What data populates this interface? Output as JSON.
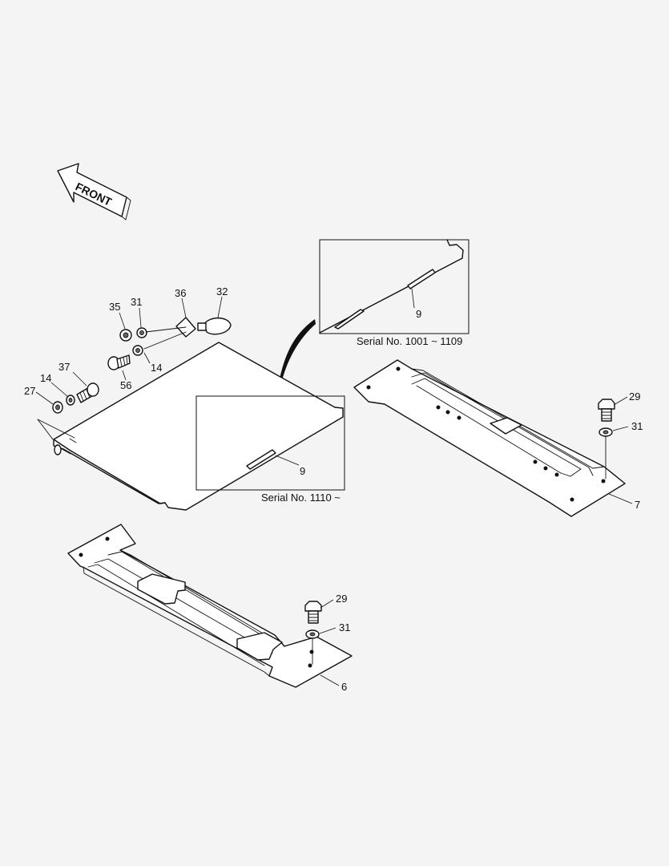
{
  "front_label": "FRONT",
  "callouts": {
    "c35": "35",
    "c31_top": "31",
    "c36": "36",
    "c32": "32",
    "c37": "37",
    "c14_left": "14",
    "c14_top": "14",
    "c27": "27",
    "c56": "56",
    "c9_top": "9",
    "c9_mid": "9",
    "c29_right": "29",
    "c31_right": "31",
    "c7": "7",
    "c29_bottom": "29",
    "c31_bottom": "31",
    "c6": "6"
  },
  "serials": {
    "upper": "Serial No. 1001 ~ 1109",
    "lower": "Serial No. 1110 ~"
  }
}
